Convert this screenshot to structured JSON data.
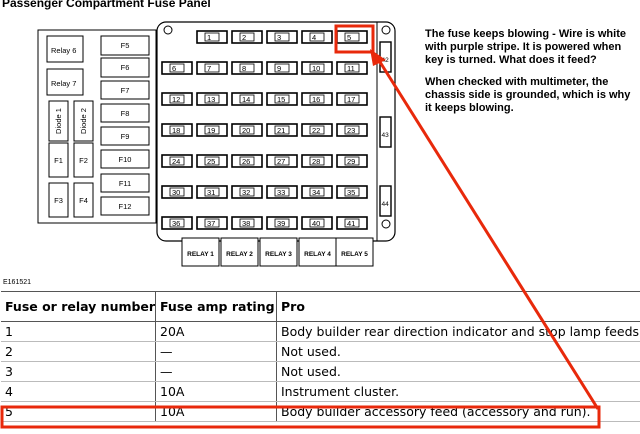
{
  "title": "Passenger Compartment Fuse Panel",
  "note": [
    "The fuse keeps blowing - Wire is white with purple stripe. It is powered when key is turned. What does it feed?",
    "When checked with multimeter, the chassis side is grounded, which is why it keeps blowing."
  ],
  "figure_id": "E161521",
  "left_block": {
    "relays": [
      "Relay 6",
      "Relay 7"
    ],
    "fuses": [
      "F5",
      "F6",
      "F7",
      "F8",
      "F9",
      "F10",
      "F11",
      "F12"
    ],
    "diodes": [
      "Diode 1",
      "Diode 2"
    ],
    "small_fuses": [
      "F1",
      "F2",
      "F3",
      "F4"
    ]
  },
  "fuse_numbers": [
    "1",
    "2",
    "3",
    "4",
    "5",
    "6",
    "7",
    "8",
    "9",
    "10",
    "11",
    "12",
    "13",
    "14",
    "15",
    "16",
    "17",
    "18",
    "19",
    "20",
    "21",
    "22",
    "23",
    "24",
    "25",
    "26",
    "27",
    "28",
    "29",
    "30",
    "31",
    "32",
    "33",
    "34",
    "35",
    "36",
    "37",
    "38",
    "39",
    "40",
    "41"
  ],
  "side_fuses": [
    "42",
    "43",
    "44"
  ],
  "relays_bottom": [
    "RELAY 1",
    "RELAY 2",
    "RELAY 3",
    "RELAY 4",
    "RELAY 5"
  ],
  "highlight_color": "#e8290b",
  "table": {
    "headers": [
      "Fuse or relay number",
      "Fuse amp rating",
      "Pro"
    ],
    "rows": [
      [
        "1",
        "20A",
        "Body builder rear direction indicator and stop lamp feeds."
      ],
      [
        "2",
        "—",
        "Not used."
      ],
      [
        "3",
        "—",
        "Not used."
      ],
      [
        "4",
        "10A",
        "Instrument cluster."
      ],
      [
        "5",
        "10A",
        "Body builder accessory feed (accessory and run)."
      ]
    ]
  }
}
